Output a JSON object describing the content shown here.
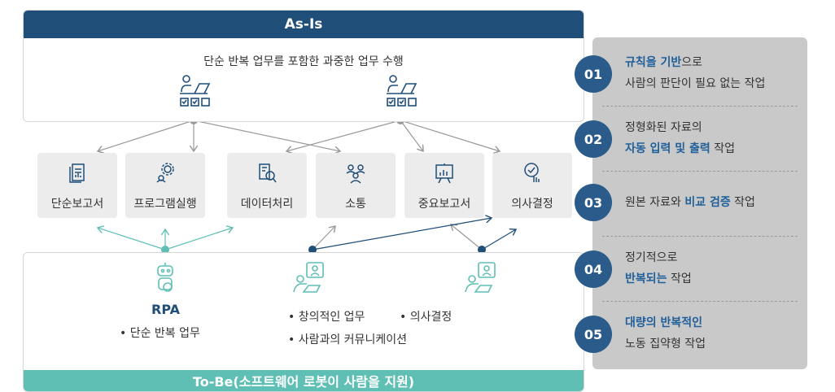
{
  "asis": {
    "title": "As-Is",
    "description": "단순 반복 업무를 포함한 과중한 업무 수행"
  },
  "tasks": [
    {
      "label": "단순보고서",
      "icon": "report-icon"
    },
    {
      "label": "프로그램실행",
      "icon": "program-gears-icon"
    },
    {
      "label": "데이터처리",
      "icon": "data-search-icon"
    },
    {
      "label": "소통",
      "icon": "people-icon"
    },
    {
      "label": "중요보고서",
      "icon": "chart-board-icon"
    },
    {
      "label": "의사결정",
      "icon": "decision-icon"
    }
  ],
  "tobe": {
    "footer": "To-Be(소프트웨어 로봇이 사람을 지원)",
    "rpa_title": "RPA",
    "rpa_bullet": "• 단순 반복 업무",
    "human_bullet_1": "• 창의적인 업무",
    "human_bullet_2": "• 의사결정",
    "human_bullet_3": "• 사람과의 커뮤니케이션"
  },
  "list": [
    {
      "num": "01",
      "line1_hl": "규칙을 기반",
      "line1_rest": "으로",
      "line2": "사람의 판단이 필요 없는 작업"
    },
    {
      "num": "02",
      "line1": "정형화된 자료의",
      "line2_hl": "자동 입력 및 출력",
      "line2_rest": " 작업"
    },
    {
      "num": "03",
      "line1_pre": "원본 자료와 ",
      "line1_hl": "비교 검증",
      "line1_rest": " 작업"
    },
    {
      "num": "04",
      "line1": "정기적으로",
      "line2_hl": "반복되는",
      "line2_rest": " 작업"
    },
    {
      "num": "05",
      "line1_hl": "대량의 반복적인",
      "line2": "노동 집약형 작업"
    }
  ],
  "colors": {
    "navy": "#1f4e79",
    "teal": "#5fbfb5",
    "circle": "#2a5b8a",
    "highlight": "#1f5f9a"
  }
}
